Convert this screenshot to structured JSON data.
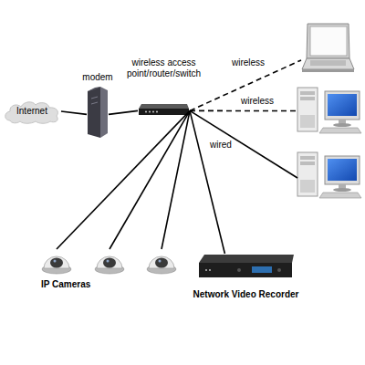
{
  "diagram": {
    "nodes": [
      {
        "text": [
          "Internet"
        ]
      },
      {
        "text": [
          "modem"
        ]
      },
      {
        "text": [
          "wireless access point/router/switch"
        ]
      },
      {
        "text": []
      },
      {
        "text": []
      },
      {
        "text": []
      },
      {
        "text": []
      },
      {
        "text": []
      },
      {
        "text": []
      },
      {
        "text": [
          "Network Video Recorder"
        ]
      }
    ],
    "edges": [
      {
        "from": 0,
        "to": 1,
        "arrow": "none"
      },
      {
        "from": 1,
        "to": 2,
        "arrow": "none"
      },
      {
        "from": 2,
        "to": 3,
        "label": "wireless",
        "arrow": "none"
      },
      {
        "from": 2,
        "to": 4,
        "label": "wireless",
        "arrow": "none"
      },
      {
        "from": 2,
        "to": 5,
        "label": "wired",
        "arrow": "none"
      },
      {
        "from": 2,
        "to": 6,
        "arrow": "none"
      },
      {
        "from": 2,
        "to": 7,
        "arrow": "none"
      },
      {
        "from": 2,
        "to": 8,
        "arrow": "none"
      },
      {
        "from": 2,
        "to": 9,
        "arrow": "none"
      }
    ],
    "labels": [
      "IP Cameras"
    ]
  }
}
